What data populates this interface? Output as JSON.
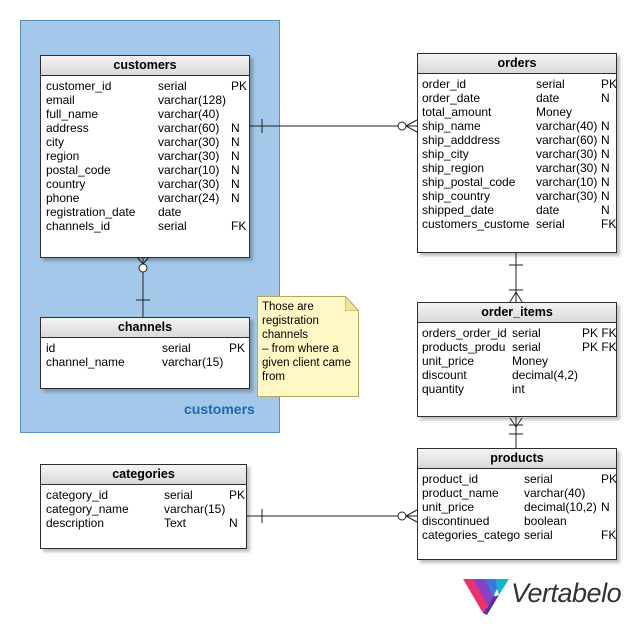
{
  "area": {
    "label": "customers"
  },
  "note": {
    "lines": [
      "Those are",
      "registration",
      "channels",
      "– from where a",
      "given client came",
      "from"
    ]
  },
  "tables": {
    "customers": {
      "title": "customers",
      "rows": [
        {
          "name": "customer_id",
          "type": "serial",
          "flag": "PK"
        },
        {
          "name": "email",
          "type": "varchar(128)",
          "flag": ""
        },
        {
          "name": "full_name",
          "type": "varchar(40)",
          "flag": ""
        },
        {
          "name": "address",
          "type": "varchar(60)",
          "flag": "N"
        },
        {
          "name": "city",
          "type": "varchar(30)",
          "flag": "N"
        },
        {
          "name": "region",
          "type": "varchar(30)",
          "flag": "N"
        },
        {
          "name": "postal_code",
          "type": "varchar(10)",
          "flag": "N"
        },
        {
          "name": "country",
          "type": "varchar(30)",
          "flag": "N"
        },
        {
          "name": "phone",
          "type": "varchar(24)",
          "flag": "N"
        },
        {
          "name": "registration_date",
          "type": "date",
          "flag": ""
        },
        {
          "name": "channels_id",
          "type": "serial",
          "flag": "FK"
        }
      ]
    },
    "channels": {
      "title": "channels",
      "rows": [
        {
          "name": "id",
          "type": "serial",
          "flag": "PK"
        },
        {
          "name": "channel_name",
          "type": "varchar(15)",
          "flag": ""
        }
      ]
    },
    "orders": {
      "title": "orders",
      "rows": [
        {
          "name": "order_id",
          "type": "serial",
          "flag": "PK"
        },
        {
          "name": "order_date",
          "type": "date",
          "flag": "N"
        },
        {
          "name": "total_amount",
          "type": "Money",
          "flag": ""
        },
        {
          "name": "ship_name",
          "type": "varchar(40)",
          "flag": "N"
        },
        {
          "name": "ship_adddress",
          "type": "varchar(60)",
          "flag": "N"
        },
        {
          "name": "ship_city",
          "type": "varchar(30)",
          "flag": "N"
        },
        {
          "name": "ship_region",
          "type": "varchar(30)",
          "flag": "N"
        },
        {
          "name": "ship_postal_code",
          "type": "varchar(10)",
          "flag": "N"
        },
        {
          "name": "ship_country",
          "type": "varchar(30)",
          "flag": "N"
        },
        {
          "name": "shipped_date",
          "type": "date",
          "flag": "N"
        },
        {
          "name": "customers_custome",
          "type": "serial",
          "flag": "FK"
        }
      ]
    },
    "order_items": {
      "title": "order_items",
      "rows": [
        {
          "name": "orders_order_id",
          "type": "serial",
          "flag": "PK FK"
        },
        {
          "name": "products_produ",
          "type": "serial",
          "flag": "PK FK"
        },
        {
          "name": "unit_price",
          "type": "Money",
          "flag": ""
        },
        {
          "name": "discount",
          "type": "decimal(4,2)",
          "flag": ""
        },
        {
          "name": "quantity",
          "type": "int",
          "flag": ""
        }
      ]
    },
    "products": {
      "title": "products",
      "rows": [
        {
          "name": "product_id",
          "type": "serial",
          "flag": "PK"
        },
        {
          "name": "product_name",
          "type": "varchar(40)",
          "flag": ""
        },
        {
          "name": "unit_price",
          "type": "decimal(10,2)",
          "flag": "N"
        },
        {
          "name": "discontinued",
          "type": "boolean",
          "flag": ""
        },
        {
          "name": "categories_catego",
          "type": "serial",
          "flag": "FK"
        }
      ]
    },
    "categories": {
      "title": "categories",
      "rows": [
        {
          "name": "category_id",
          "type": "serial",
          "flag": "PK"
        },
        {
          "name": "category_name",
          "type": "varchar(15)",
          "flag": ""
        },
        {
          "name": "description",
          "type": "Text",
          "flag": "N"
        }
      ]
    }
  },
  "logo": {
    "text": "Vertabelo",
    "colors": [
      "#e8336d",
      "#8a3fc7",
      "#3a78e0",
      "#15b6c9"
    ]
  },
  "colors": {
    "area_fill": "#a4c8ea",
    "area_label": "#1f66ad",
    "note_fill": "#fff8c4"
  }
}
